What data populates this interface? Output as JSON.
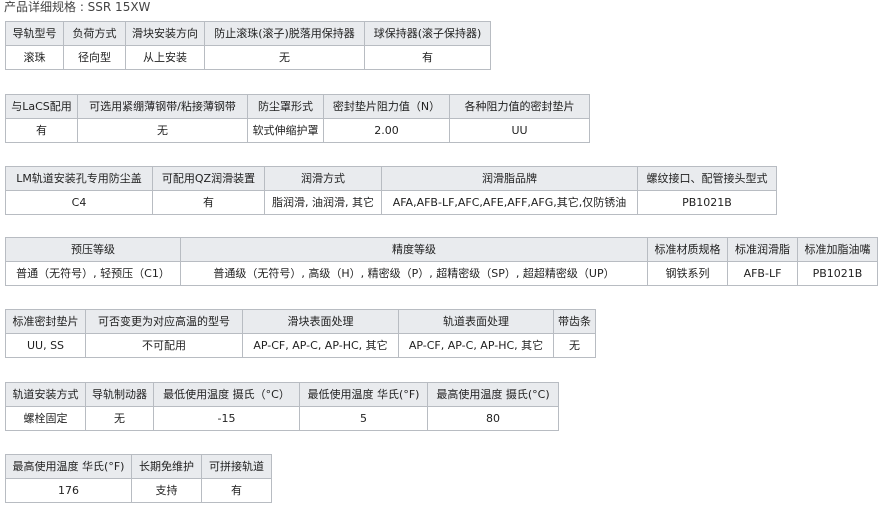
{
  "page": {
    "title": "产品详细规格 : SSR 15XW"
  },
  "tables": [
    {
      "headers": [
        "导轨型号",
        "负荷方式",
        "滑块安装方向",
        "防止滚珠(滚子)脱落用保持器",
        "球保持器(滚子保持器)"
      ],
      "values": [
        "滚珠",
        "径向型",
        "从上安装",
        "无",
        "有"
      ]
    },
    {
      "headers": [
        "与LaCS配用",
        "可选用紧绷薄钢带/粘接薄钢带",
        "防尘罩形式",
        "密封垫片阻力值（N）",
        "各种阻力值的密封垫片"
      ],
      "values": [
        "有",
        "无",
        "软式伸缩护罩",
        "2.00",
        "UU"
      ]
    },
    {
      "headers": [
        "LM轨道安装孔专用防尘盖",
        "可配用QZ润滑装置",
        "润滑方式",
        "润滑脂品牌",
        "螺纹接口、配管接头型式"
      ],
      "values": [
        "C4",
        "有",
        "脂润滑, 油润滑, 其它",
        "AFA,AFB-LF,AFC,AFE,AFF,AFG,其它,仅防锈油",
        "PB1021B"
      ]
    },
    {
      "headers": [
        "预压等级",
        "精度等级",
        "标准材质规格",
        "标准润滑脂",
        "标准加脂油嘴"
      ],
      "values": [
        "普通（无符号）, 轻预压（C1）",
        "普通级（无符号）, 高级（H）, 精密级（P）, 超精密级（SP）, 超超精密级（UP）",
        "钢铁系列",
        "AFB-LF",
        "PB1021B"
      ]
    },
    {
      "headers": [
        "标准密封垫片",
        "可否变更为对应高温的型号",
        "滑块表面处理",
        "轨道表面处理",
        "带齿条"
      ],
      "values": [
        "UU, SS",
        "不可配用",
        "AP-CF, AP-C, AP-HC, 其它",
        "AP-CF, AP-C, AP-HC, 其它",
        "无"
      ]
    },
    {
      "headers": [
        "轨道安装方式",
        "导轨制动器",
        "最低使用温度 摄氏（°C）",
        "最低使用温度 华氏(°F)",
        "最高使用温度 摄氏(°C)"
      ],
      "values": [
        "螺栓固定",
        "无",
        "-15",
        "5",
        "80"
      ]
    },
    {
      "headers": [
        "最高使用温度 华氏(°F)",
        "长期免维护",
        "可拼接轨道"
      ],
      "values": [
        "176",
        "支持",
        "有"
      ]
    }
  ]
}
